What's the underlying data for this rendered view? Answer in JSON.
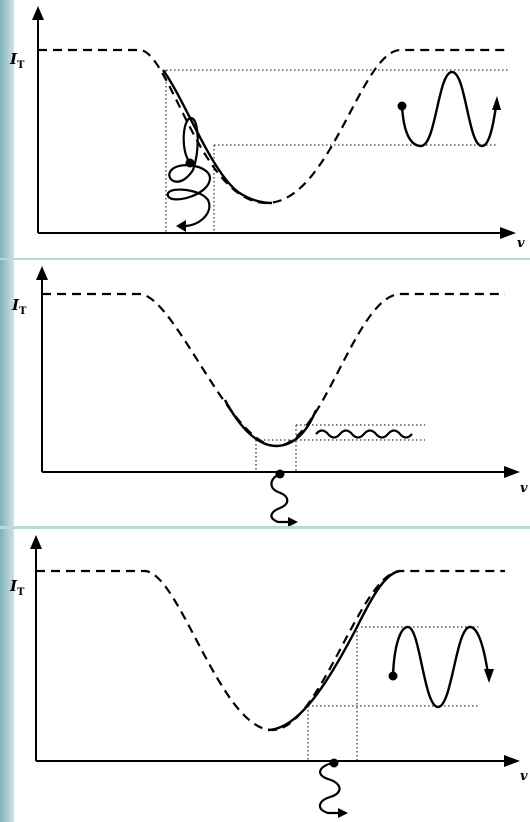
{
  "panels": [
    {
      "y_label": "I",
      "y_label_sub": "T",
      "x_label": "v"
    },
    {
      "y_label": "I",
      "y_label_sub": "T",
      "x_label": "v"
    },
    {
      "y_label": "I",
      "y_label_sub": "T",
      "x_label": "v"
    }
  ],
  "colors": {
    "background": "#ffffff",
    "stroke": "#000000",
    "frame": "#6fa9b1"
  }
}
